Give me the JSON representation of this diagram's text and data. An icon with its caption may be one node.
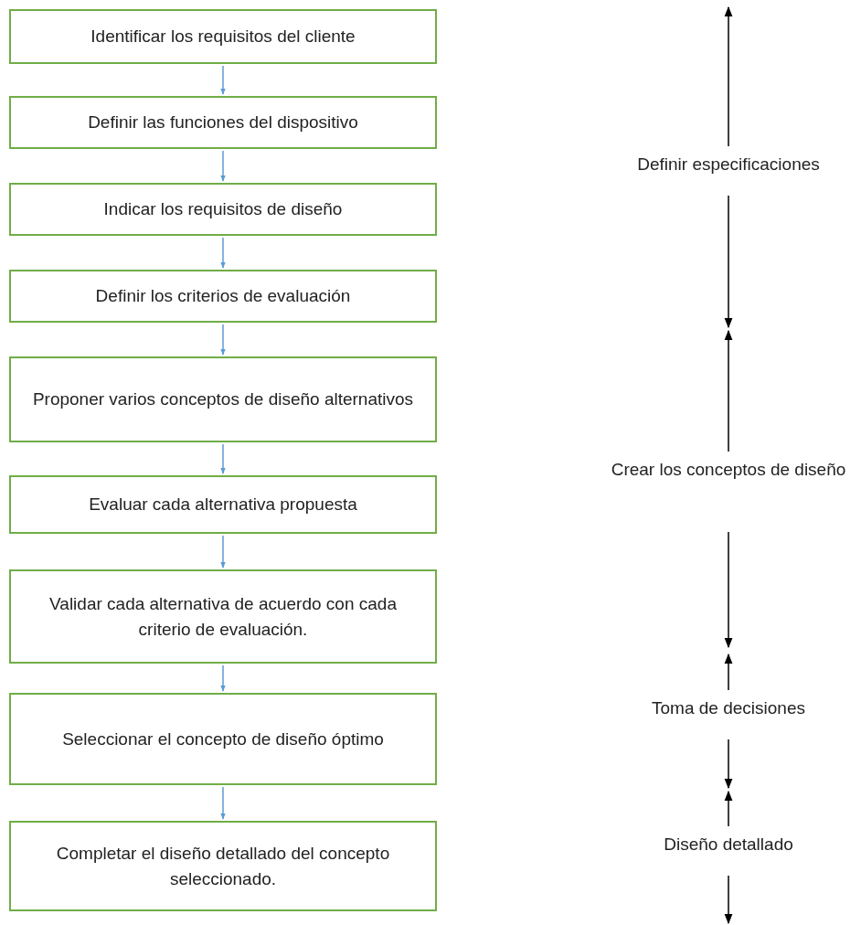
{
  "diagram": {
    "nodes": [
      {
        "text": [
          "Identificar los requisitos del cliente"
        ]
      },
      {
        "text": [
          "Definir las funciones del dispositivo"
        ]
      },
      {
        "text": [
          "Indicar los requisitos de diseño"
        ]
      },
      {
        "text": [
          "Definir los criterios de evaluación"
        ]
      },
      {
        "text": [
          "Proponer varios conceptos de diseño alternativos"
        ]
      },
      {
        "text": [
          "Evaluar cada alternativa propuesta"
        ]
      },
      {
        "text": [
          "Validar cada alternativa de acuerdo con cada criterio de evaluación."
        ]
      },
      {
        "text": [
          "Seleccionar el concepto de diseño óptimo"
        ]
      },
      {
        "text": [
          "Completar el diseño detallado del concepto seleccionado."
        ]
      }
    ],
    "edges": [
      {
        "from": 0,
        "to": 1,
        "arrow": "to"
      },
      {
        "from": 1,
        "to": 2,
        "arrow": "to"
      },
      {
        "from": 2,
        "to": 3,
        "arrow": "to"
      },
      {
        "from": 3,
        "to": 4,
        "arrow": "to"
      },
      {
        "from": 4,
        "to": 5,
        "arrow": "to"
      },
      {
        "from": 5,
        "to": 6,
        "arrow": "to"
      },
      {
        "from": 6,
        "to": 7,
        "arrow": "to"
      },
      {
        "from": 7,
        "to": 8,
        "arrow": "to"
      }
    ],
    "labels": [
      "Definir especificaciones",
      "Crear los conceptos de diseño",
      "Toma de decisiones",
      "Diseño detallado"
    ]
  }
}
